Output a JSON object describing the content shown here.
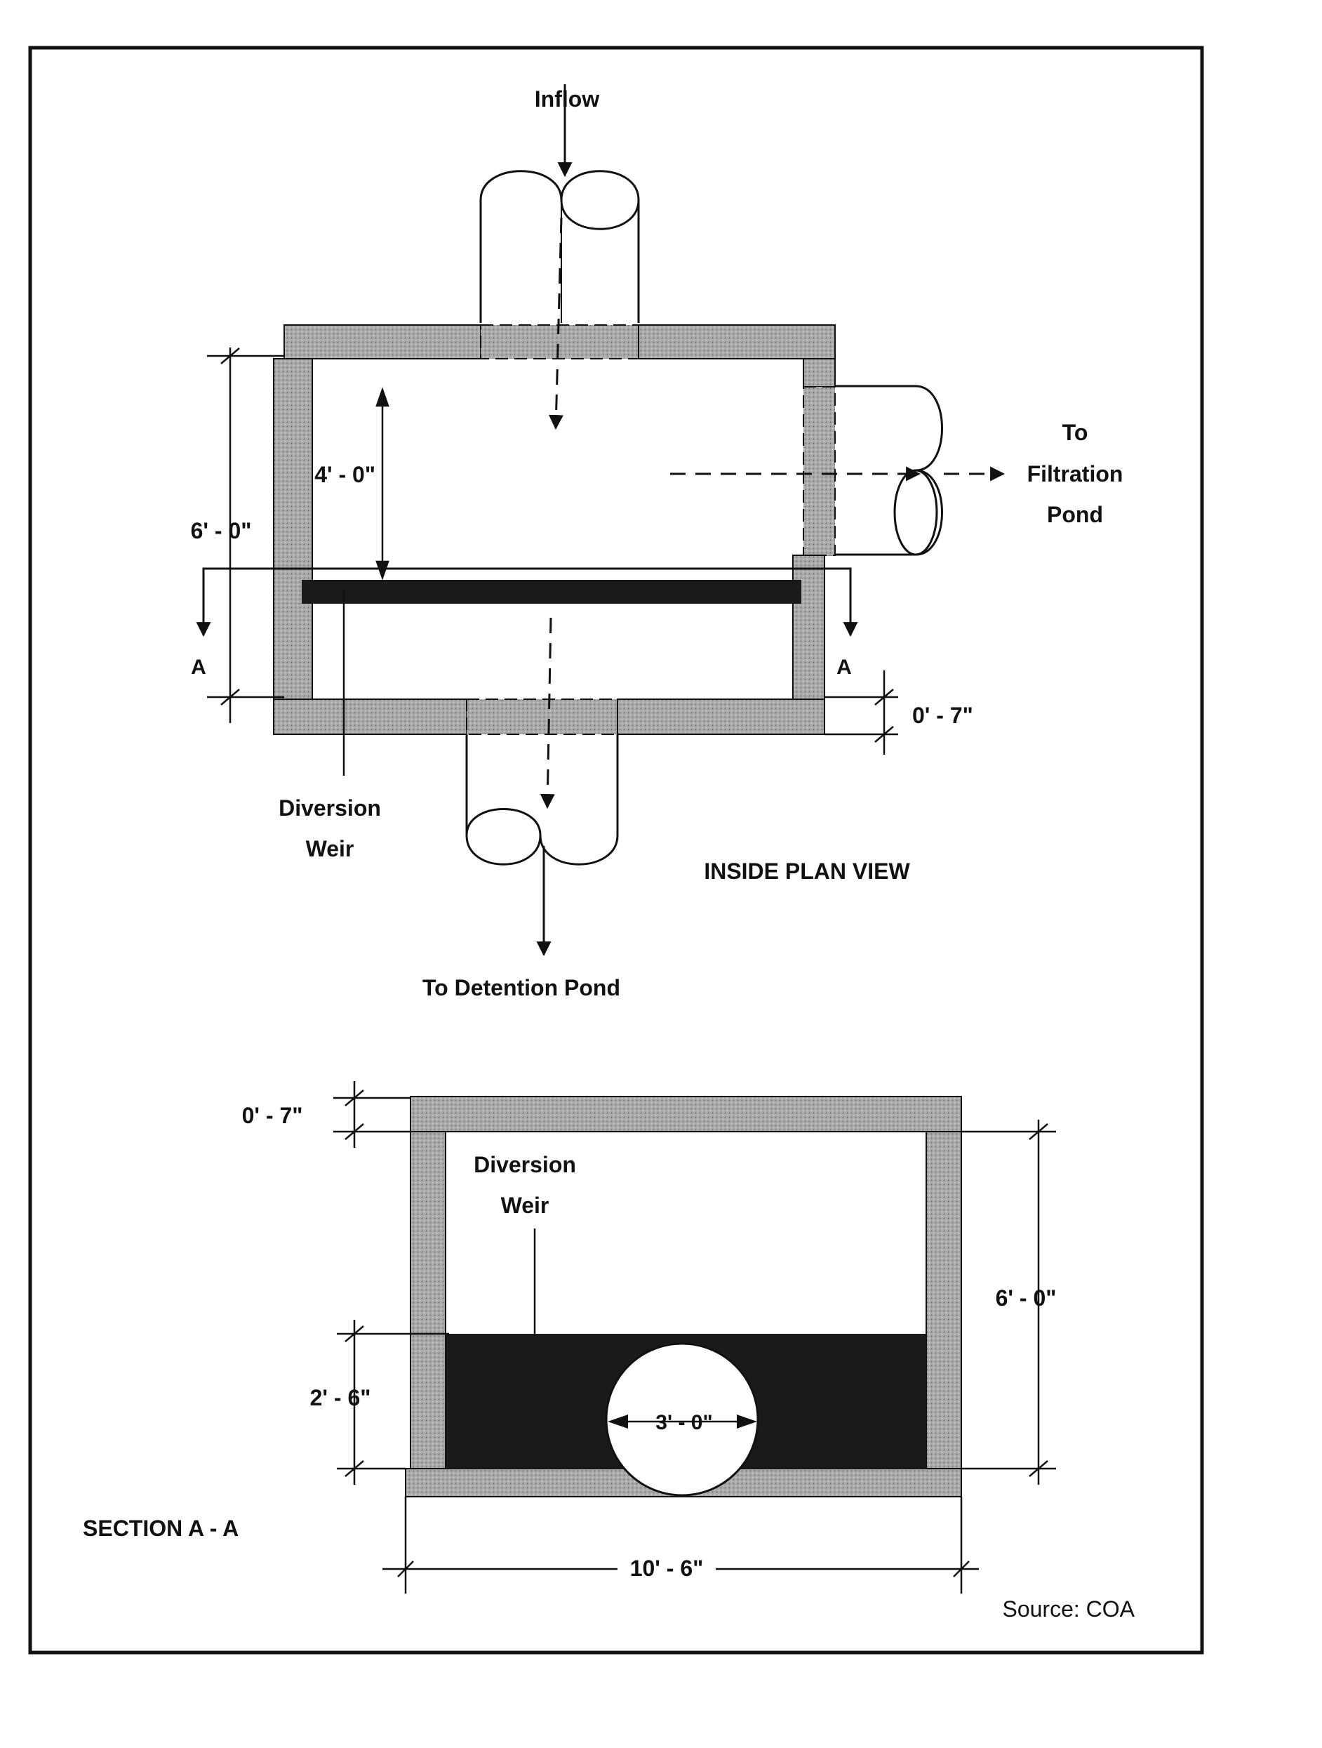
{
  "plan_view": {
    "title": "INSIDE PLAN VIEW",
    "inflow_label": "Inflow",
    "outlet_filtration_line1": "To",
    "outlet_filtration_line2": "Filtration",
    "outlet_filtration_line3": "Pond",
    "outlet_detention_label": "To Detention Pond",
    "weir_label_line1": "Diversion",
    "weir_label_line2": "Weir",
    "dim_overall_width": "6' - 0\"",
    "dim_upper_chamber": "4' - 0\"",
    "dim_wall_thickness": "0' - 7\"",
    "section_marker": "A"
  },
  "section_view": {
    "title": "SECTION A - A",
    "weir_label_line1": "Diversion",
    "weir_label_line2": "Weir",
    "dim_top_slab": "0' - 7\"",
    "dim_height": "6' - 0\"",
    "dim_weir_height": "2' - 6\"",
    "dim_pipe_diameter": "3' - 0\"",
    "dim_length": "10' - 6\""
  },
  "source": "Source:  COA",
  "colors": {
    "wall_fill": "#a9a9a9",
    "weir_fill": "#1a1a1a",
    "line": "#111111"
  }
}
